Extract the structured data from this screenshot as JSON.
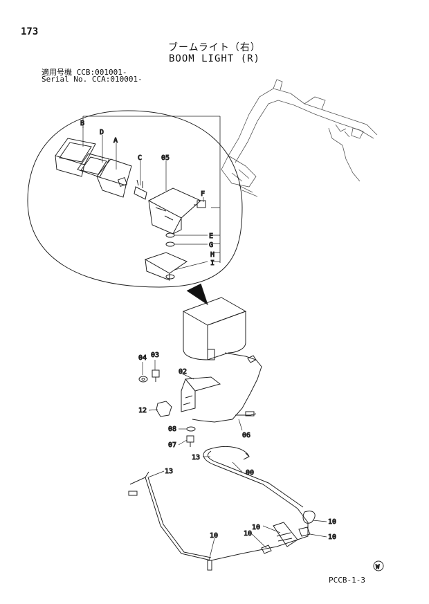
{
  "page_number": "173",
  "title_jp": "ブームライト（右）",
  "title_en": "BOOM LIGHT (R)",
  "serial_line1": "適用号機  CCB:001001-",
  "serial_line2": "Serial No. CCA:010001-",
  "doc_code": "PCCB-1-3",
  "callouts": {
    "A": "A",
    "B": "B",
    "C": "C",
    "D": "D",
    "E": "E",
    "F": "F",
    "G": "G",
    "H": "H",
    "I": "I",
    "p05": "05",
    "p04": "04",
    "p03": "03",
    "p02": "02",
    "p12": "12",
    "p08": "08",
    "p07": "07",
    "p06": "06",
    "p13a": "13",
    "p13b": "13",
    "p00": "00",
    "p10a": "10",
    "p10b": "10",
    "p10c": "10",
    "p10d": "10",
    "p10e": "10"
  },
  "stamp": "W"
}
